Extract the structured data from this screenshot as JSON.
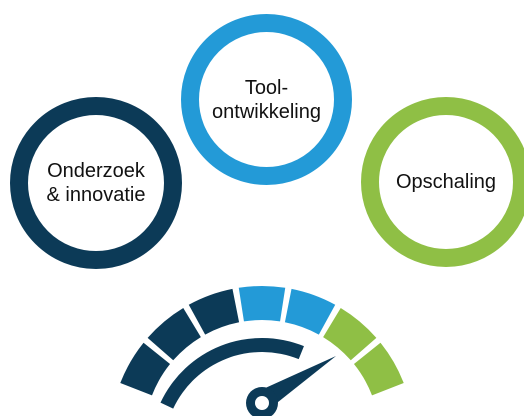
{
  "stages": [
    {
      "key": "onderzoek",
      "lines": [
        "Onderzoek",
        "& innovatie"
      ],
      "color": "#0c3a57"
    },
    {
      "key": "tool",
      "lines": [
        "Tool-",
        "ontwikkeling"
      ],
      "color": "#239ad7"
    },
    {
      "key": "opschaling",
      "lines": [
        "Opschaling"
      ],
      "color": "#8fbf45"
    }
  ],
  "gauge": {
    "segments": [
      {
        "color": "#0c3a57"
      },
      {
        "color": "#0c3a57"
      },
      {
        "color": "#0c3a57"
      },
      {
        "color": "#239ad7"
      },
      {
        "color": "#239ad7"
      },
      {
        "color": "#8fbf45"
      },
      {
        "color": "#8fbf45"
      }
    ],
    "inner_arc_color": "#0c3a57",
    "needle_color": "#0c3a57"
  }
}
